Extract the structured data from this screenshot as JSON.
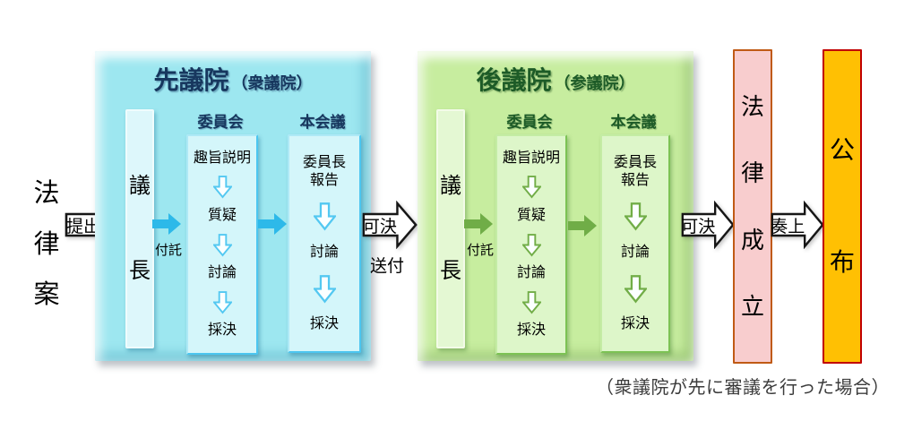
{
  "page": {
    "caption": "（衆議院が先に審議を行った場合）"
  },
  "bill": {
    "label": "法律案"
  },
  "flow": {
    "submit_label": "提出",
    "pass_send_label": "可決",
    "send_label": "送付",
    "pass_label": "可決",
    "present_label": "奏上"
  },
  "first_house": {
    "title": "先議院",
    "subtitle": "（衆議院）",
    "chair_label": "議長",
    "refer_label": "付託",
    "committee": {
      "label": "委員会",
      "steps": [
        "趣旨説明",
        "質疑",
        "討論",
        "採決"
      ]
    },
    "plenary": {
      "label": "本会議",
      "steps": [
        "委員長報告",
        "討論",
        "採決"
      ]
    }
  },
  "second_house": {
    "title": "後議院",
    "subtitle": "（参議院）",
    "chair_label": "議長",
    "refer_label": "付託",
    "committee": {
      "label": "委員会",
      "steps": [
        "趣旨説明",
        "質疑",
        "討論",
        "採決"
      ]
    },
    "plenary": {
      "label": "本会議",
      "steps": [
        "委員長報告",
        "討論",
        "採決"
      ]
    }
  },
  "result": {
    "label": "法律成立"
  },
  "promulgation": {
    "label": "公布"
  },
  "colors": {
    "first_house_fill": "#9de7f0",
    "first_house_accent": "#2db9e9",
    "first_house_title": "#17375e",
    "second_house_fill": "#c7ed9f",
    "second_house_accent": "#70ad47",
    "second_house_title": "#1d5b27",
    "result_fill": "#f8cdce",
    "result_border": "#c05a15",
    "promulgation_fill": "#ffc003",
    "promulgation_border": "#c10000"
  }
}
